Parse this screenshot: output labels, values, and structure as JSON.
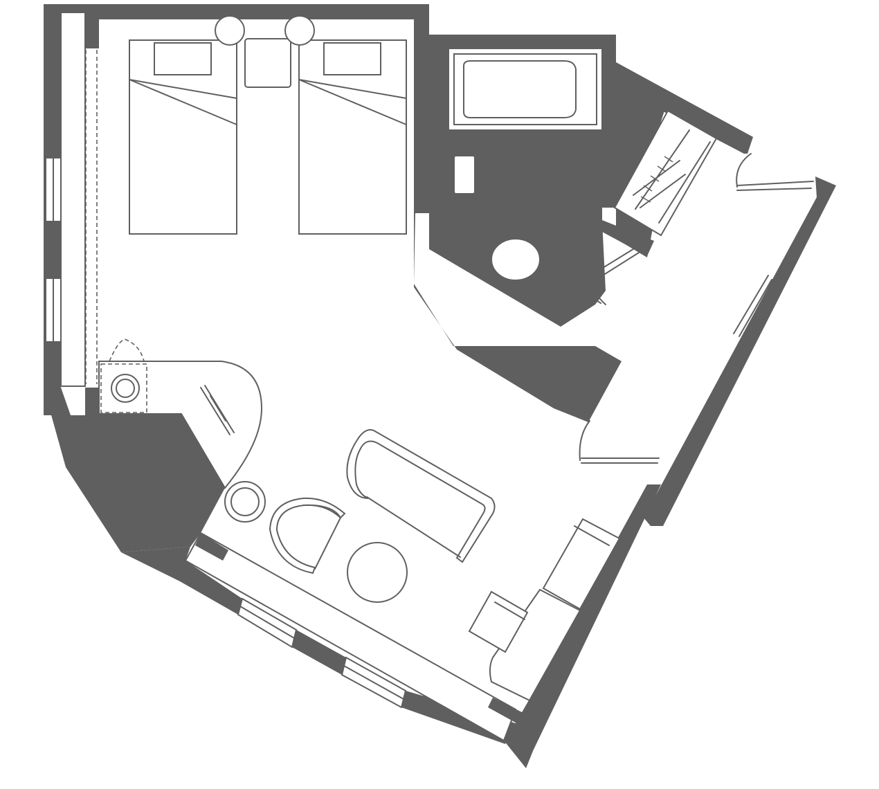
{
  "plan": {
    "colors": {
      "wall": "#5f5f5f",
      "background": "#ffffff"
    },
    "rooms": [
      "bedroom",
      "bathroom",
      "closet",
      "entry-corridor",
      "living-area"
    ],
    "furniture": [
      "twin-bed",
      "twin-bed",
      "nightstand",
      "lamp",
      "lamp",
      "bathtub",
      "toilet",
      "sink",
      "wardrobe",
      "desk",
      "armchair",
      "sofa",
      "round-table",
      "side-table",
      "ottoman",
      "stool"
    ]
  }
}
